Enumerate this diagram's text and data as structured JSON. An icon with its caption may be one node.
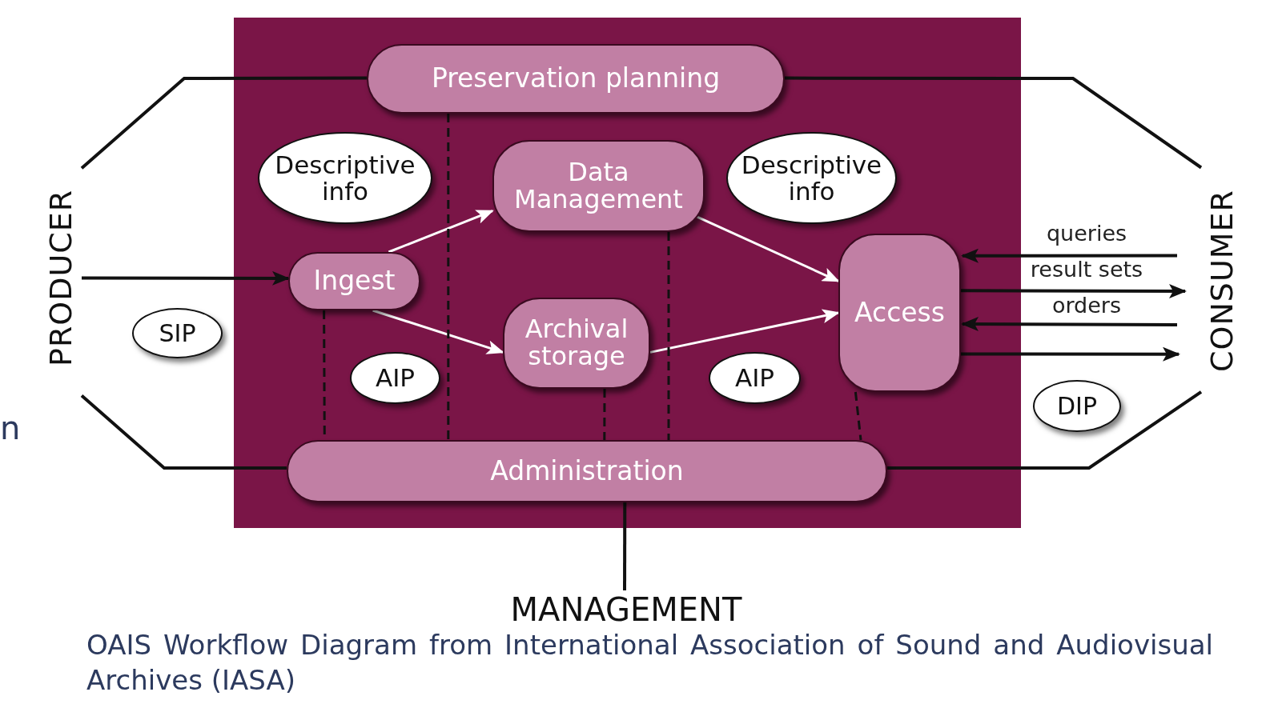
{
  "diagram": {
    "caption": "OAIS Workflow Diagram from International Association of Sound and Audiovisual Archives (IASA)",
    "nodes": [
      {
        "text": [],
        "shape": "box"
      },
      {
        "text": [
          "Preservation planning"
        ],
        "in": 0
      },
      {
        "text": [
          "Descriptive info"
        ],
        "in": 0
      },
      {
        "text": [
          "Data Management"
        ],
        "in": 0
      },
      {
        "text": [
          "Descriptive info"
        ],
        "in": 0
      },
      {
        "text": [
          "Ingest"
        ],
        "in": 0
      },
      {
        "text": [
          "Access"
        ],
        "in": 0
      },
      {
        "text": [
          "Archival storage"
        ],
        "in": 0
      },
      {
        "text": [
          "AIP"
        ],
        "in": 0
      },
      {
        "text": [
          "AIP"
        ],
        "in": 0
      },
      {
        "text": [
          "Administration"
        ],
        "in": 0
      },
      {
        "text": [
          "PRODUCER"
        ]
      },
      {
        "text": [
          "SIP"
        ]
      },
      {
        "text": [
          "CONSUMER"
        ]
      },
      {
        "text": [
          "DIP"
        ]
      },
      {
        "text": [
          "MANAGEMENT"
        ]
      }
    ],
    "edges": [
      {
        "from": 11,
        "to": 5,
        "arrow": "to"
      },
      {
        "from": 5,
        "to": 3,
        "arrow": "to",
        "color": "#ffffff"
      },
      {
        "from": 5,
        "to": 7,
        "arrow": "to",
        "color": "#ffffff"
      },
      {
        "from": 3,
        "to": 6,
        "arrow": "to",
        "color": "#ffffff"
      },
      {
        "from": 7,
        "to": 6,
        "arrow": "to",
        "color": "#ffffff"
      },
      {
        "from": 13,
        "to": 6,
        "arrow": "to",
        "label": "queries"
      },
      {
        "from": 6,
        "to": 13,
        "arrow": "to",
        "label": "result sets"
      },
      {
        "from": 13,
        "to": 6,
        "arrow": "to",
        "label": "orders"
      },
      {
        "from": 6,
        "to": 13,
        "arrow": "to"
      },
      {
        "from": 11,
        "to": 1,
        "arrow": "none"
      },
      {
        "from": 11,
        "to": 10,
        "arrow": "none"
      },
      {
        "from": 13,
        "to": 1,
        "arrow": "none"
      },
      {
        "from": 13,
        "to": 10,
        "arrow": "none"
      },
      {
        "from": 10,
        "to": 15,
        "arrow": "none"
      },
      {
        "from": 1,
        "to": 10,
        "arrow": "none",
        "style": "dashed"
      },
      {
        "from": 5,
        "to": 10,
        "arrow": "none",
        "style": "dashed"
      },
      {
        "from": 3,
        "to": 10,
        "arrow": "none",
        "style": "dashed"
      },
      {
        "from": 7,
        "to": 10,
        "arrow": "none",
        "style": "dashed"
      },
      {
        "from": 6,
        "to": 10,
        "arrow": "none",
        "style": "dashed"
      }
    ],
    "labels": [
      "n"
    ]
  }
}
